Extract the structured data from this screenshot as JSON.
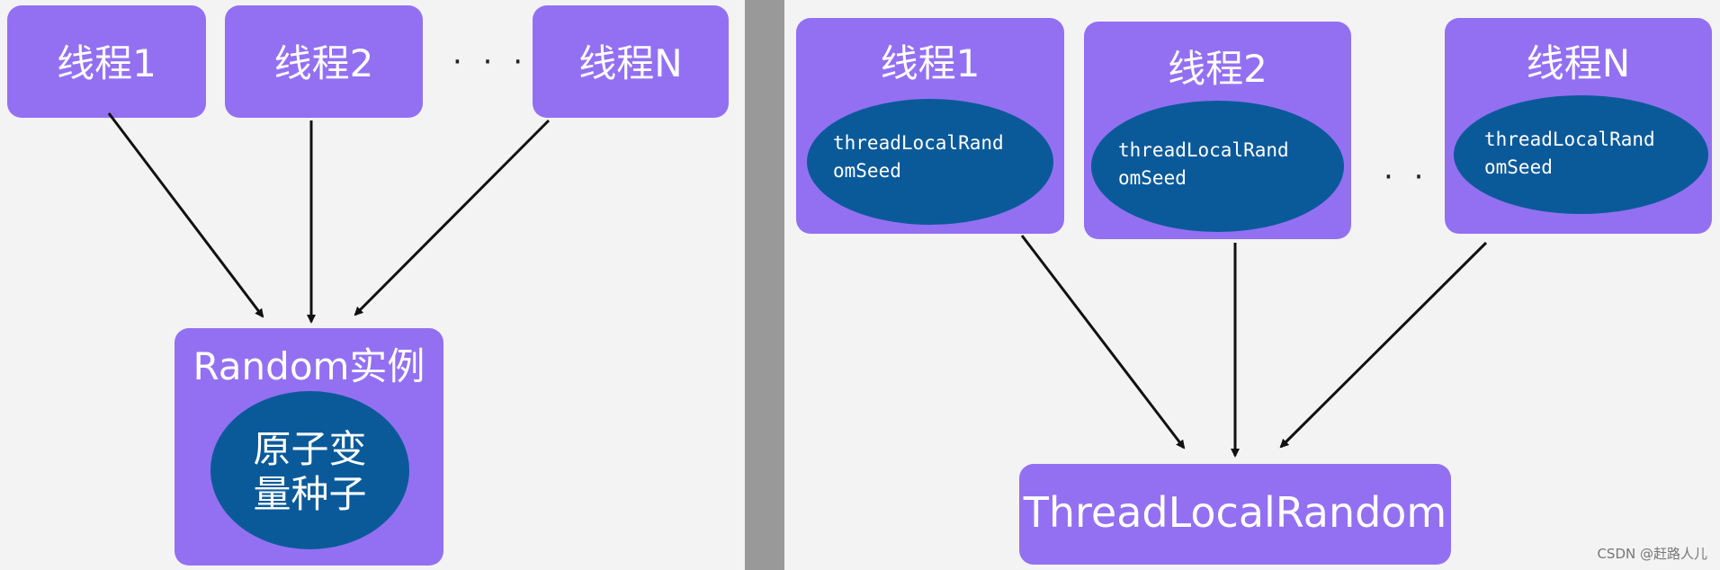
{
  "left_diagram": {
    "threads": [
      {
        "label": "线程1"
      },
      {
        "label": "线程2"
      },
      {
        "label": "线程N"
      }
    ],
    "ellipsis": "· · ·",
    "random_box": {
      "title": "Random实例",
      "seed_text": "原子变\n量种子"
    }
  },
  "right_diagram": {
    "threads": [
      {
        "label": "线程1",
        "seed_text": "threadLocalRand\nomSeed"
      },
      {
        "label": "线程2",
        "seed_text": "threadLocalRand\nomSeed"
      },
      {
        "label": "线程N",
        "seed_text": "threadLocalRand\nomSeed"
      }
    ],
    "ellipsis": "· · ·",
    "target": {
      "label": "ThreadLocalRandom"
    }
  },
  "watermark": "CSDN @赶路人儿",
  "colors": {
    "box": "#9370f2",
    "ellipse": "#0a5a9a",
    "panel_bg": "#f3f3f3",
    "divider": "#999999",
    "arrow": "#111111"
  }
}
